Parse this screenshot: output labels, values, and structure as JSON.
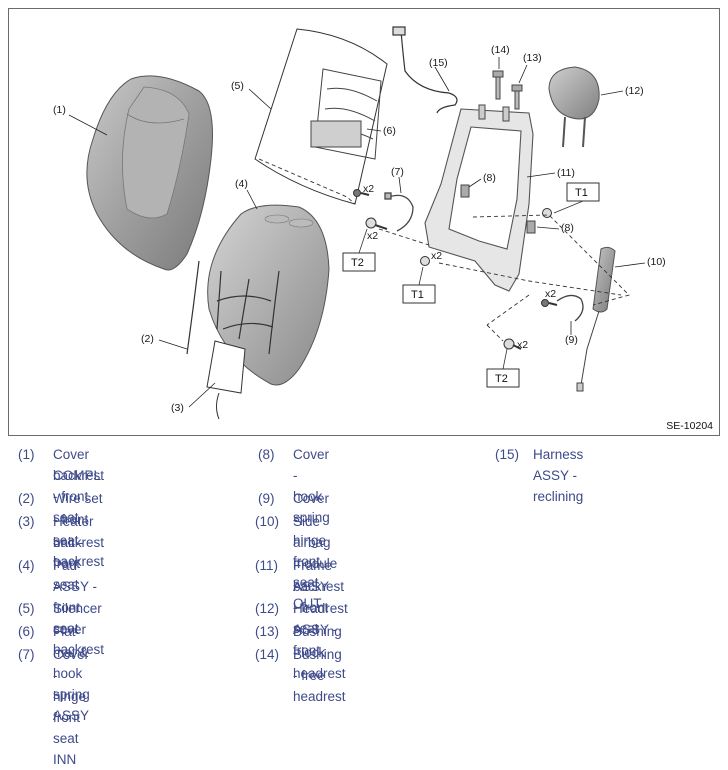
{
  "figure": {
    "code": "SE-10204",
    "callouts": {
      "c1": "(1)",
      "c2": "(2)",
      "c3": "(3)",
      "c4": "(4)",
      "c5": "(5)",
      "c6": "(6)",
      "c7": "(7)",
      "c8a": "(8)",
      "c8b": "(8)",
      "c9": "(9)",
      "c10": "(10)",
      "c11": "(11)",
      "c12": "(12)",
      "c13": "(13)",
      "c14": "(14)",
      "c15": "(15)"
    },
    "multipliers": {
      "m1": "x2",
      "m2": "x2",
      "m3": "x2",
      "m4": "x2",
      "m5": "x2"
    },
    "torque_labels": {
      "t1a": "T1",
      "t1b": "T1",
      "t2a": "T2",
      "t2b": "T2"
    }
  },
  "legend": [
    {
      "num": "(1)",
      "text": "Cover COMPL - front seat",
      "text2": "backrest"
    },
    {
      "num": "(2)",
      "text": "Wire set - front seat backrest",
      "text2": ""
    },
    {
      "num": "(3)",
      "text": "Heater unit - front seat",
      "text2": "backrest"
    },
    {
      "num": "(4)",
      "text": "Pad ASSY - front seat backrest",
      "text2": ""
    },
    {
      "num": "(5)",
      "text": "Silencer cover",
      "text2": ""
    },
    {
      "num": "(6)",
      "text": "Flat mat & hook spring ASSY",
      "text2": ""
    },
    {
      "num": "(7)",
      "text": "Cover - hinge front seat INN",
      "text2": ""
    },
    {
      "num": "(8)",
      "text": "Cover - hook spring",
      "text2": ""
    },
    {
      "num": "(9)",
      "text": "Cover - hinge front seat OUT",
      "text2": ""
    },
    {
      "num": "(10)",
      "text": "Side airbag module",
      "text2": ""
    },
    {
      "num": "(11)",
      "text": "Frame ASSY - front seat",
      "text2": "backrest"
    },
    {
      "num": "(12)",
      "text": "Headrest ASSY - front",
      "text2": ""
    },
    {
      "num": "(13)",
      "text": "Bushing - lock headrest",
      "text2": ""
    },
    {
      "num": "(14)",
      "text": "Bushing - free headrest",
      "text2": ""
    },
    {
      "num": "(15)",
      "text": "Harness ASSY - reclining",
      "text2": ""
    }
  ]
}
